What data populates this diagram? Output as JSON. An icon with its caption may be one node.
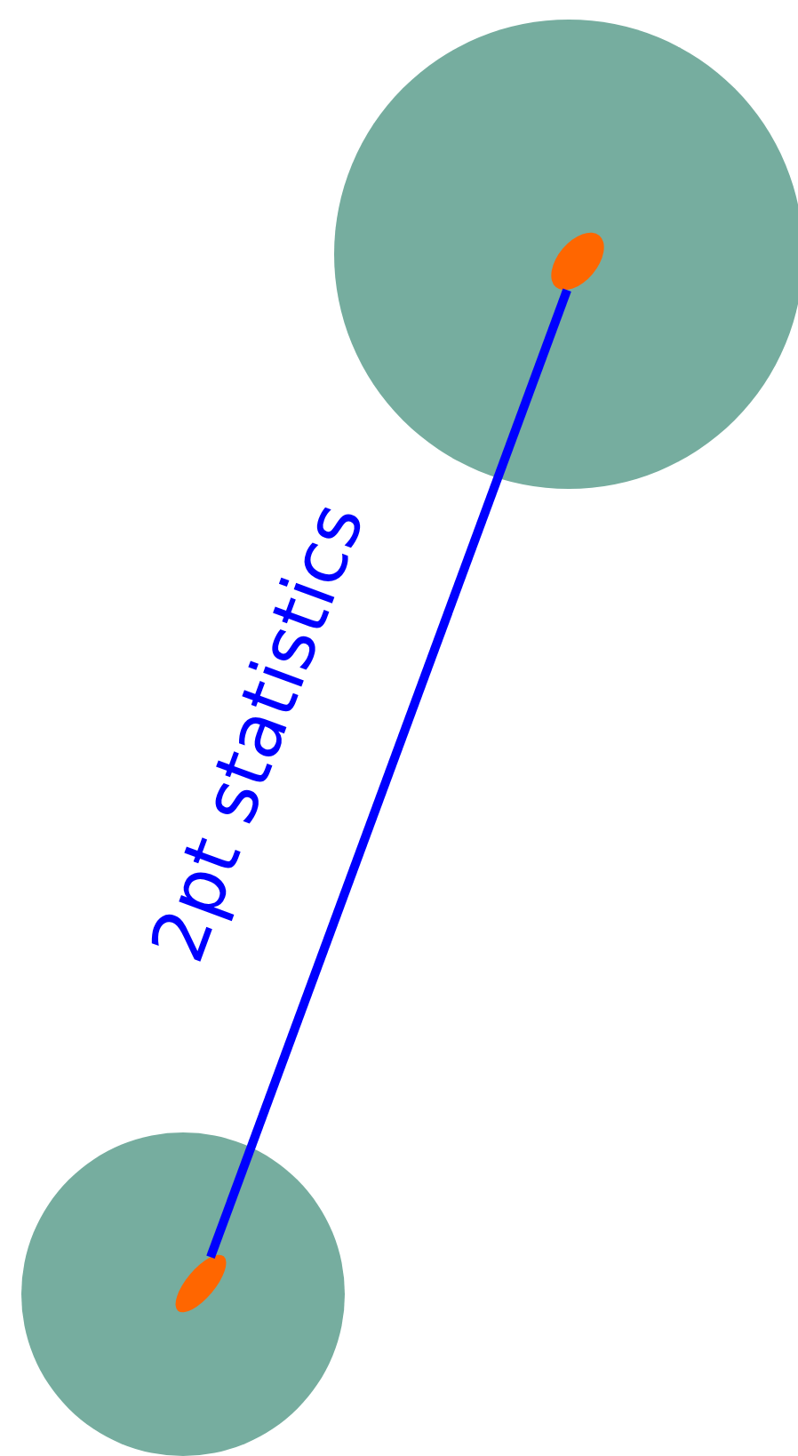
{
  "diagram": {
    "nodes": [
      {
        "text": [],
        "shape": "circle"
      },
      {
        "text": [],
        "shape": "ellipse",
        "in": 0
      },
      {
        "text": [],
        "shape": "circle"
      },
      {
        "text": [],
        "shape": "ellipse",
        "in": 2
      }
    ],
    "edges": [
      {
        "from": 1,
        "to": 3,
        "arrow": "none",
        "label": "2pt statistics",
        "color": "#0000ff"
      }
    ]
  }
}
